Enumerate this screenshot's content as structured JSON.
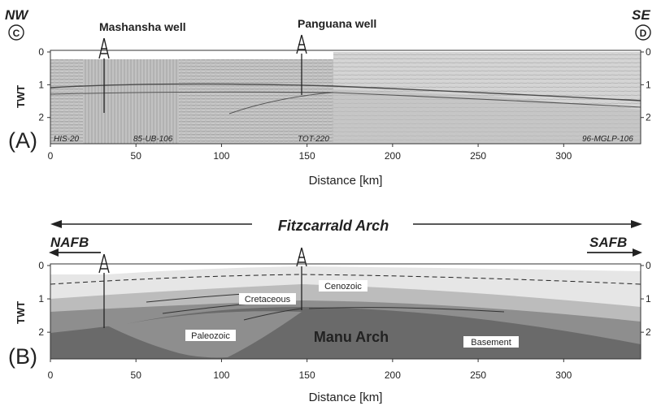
{
  "panel_a": {
    "letter": "(A)",
    "left_dir": "NW",
    "left_circle": "C",
    "right_dir": "SE",
    "right_circle": "D",
    "well_1": "Mashansha well",
    "well_2": "Panguana well",
    "y_axis_label": "TWT",
    "y_ticks": [
      "0",
      "1",
      "2"
    ],
    "x_ticks": [
      "0",
      "50",
      "100",
      "150",
      "200",
      "250",
      "300"
    ],
    "x_axis_label": "Distance [km]",
    "line_labels": [
      "HIS-20",
      "85-UB-106",
      "TOT-220",
      "96-MGLP-106"
    ]
  },
  "panel_b": {
    "letter": "(B)",
    "arch_title": "Fitzcarrald Arch",
    "left_basin": "NAFB",
    "right_basin": "SAFB",
    "y_axis_label": "TWT",
    "y_ticks": [
      "0",
      "1",
      "2"
    ],
    "x_ticks": [
      "0",
      "50",
      "100",
      "150",
      "200",
      "250",
      "300"
    ],
    "x_axis_label": "Distance [km]",
    "units": {
      "cenozoic": "Cenozoic",
      "cretaceous": "Cretaceous",
      "paleozoic": "Paleozoic",
      "manu_arch": "Manu Arch",
      "basement": "Basement"
    }
  },
  "colors": {
    "cenozoic": "#e6e6e6",
    "cretaceous": "#bcbcbc",
    "paleozoic_upper": "#8e8e8e",
    "basement": "#6a6a6a"
  }
}
